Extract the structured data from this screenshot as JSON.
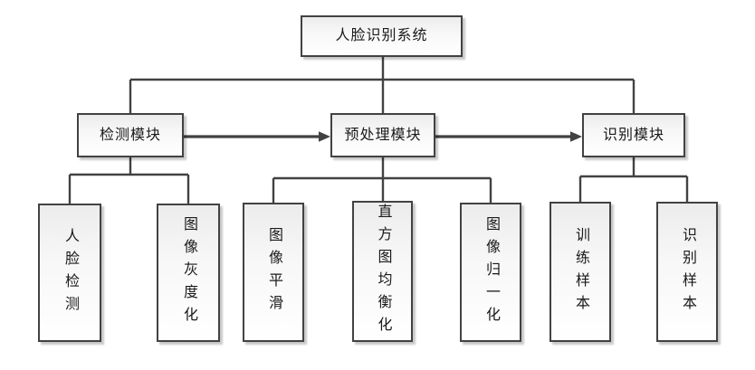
{
  "diagram": {
    "type": "flowchart",
    "root": {
      "label": "人脸识别系统"
    },
    "modules": [
      {
        "label": "检测模块",
        "children": [
          {
            "label": "人脸检测"
          },
          {
            "label": "图像灰度化"
          }
        ]
      },
      {
        "label": "预处理模块",
        "children": [
          {
            "label": "图像平滑"
          },
          {
            "label": "直方图均衡化"
          },
          {
            "label": "图像归一化"
          }
        ]
      },
      {
        "label": "识别模块",
        "children": [
          {
            "label": "训练样本"
          },
          {
            "label": "识别样本"
          }
        ]
      }
    ],
    "flow_arrows": [
      {
        "from": "检测模块",
        "to": "预处理模块"
      },
      {
        "from": "预处理模块",
        "to": "识别模块"
      }
    ],
    "colors": {
      "line": "#424242",
      "border": "#424242",
      "fill_top": "#ececec",
      "fill_bottom": "#ffffff",
      "text": "#1a1a1a",
      "background": "#ffffff"
    }
  }
}
